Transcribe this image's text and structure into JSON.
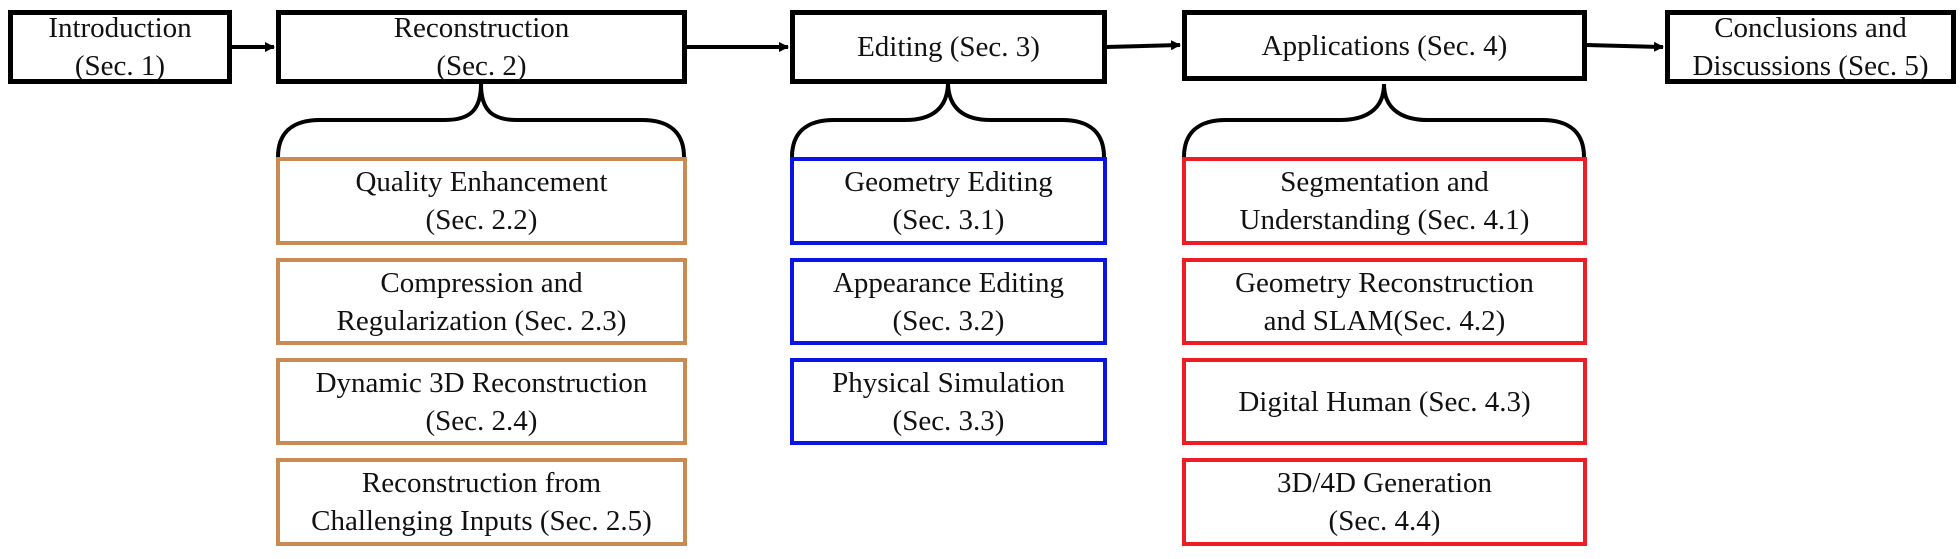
{
  "colors": {
    "main_border": "#000000",
    "reconstruction_sub": "#c98b53",
    "editing_sub": "#0a14e6",
    "applications_sub": "#ee1c24"
  },
  "main_flow": [
    {
      "id": "intro",
      "label": "Introduction\n(Sec. 1)"
    },
    {
      "id": "reconstruction",
      "label": "Reconstruction\n(Sec. 2)"
    },
    {
      "id": "editing",
      "label": "Editing (Sec. 3)"
    },
    {
      "id": "applications",
      "label": "Applications (Sec. 4)"
    },
    {
      "id": "conclusions",
      "label": "Conclusions and\nDiscussions (Sec. 5)"
    }
  ],
  "reconstruction_subsections": [
    {
      "label": "Quality Enhancement\n(Sec. 2.2)"
    },
    {
      "label": "Compression and\nRegularization (Sec. 2.3)"
    },
    {
      "label": "Dynamic 3D Reconstruction\n(Sec. 2.4)"
    },
    {
      "label": "Reconstruction from\nChallenging Inputs (Sec. 2.5)"
    }
  ],
  "editing_subsections": [
    {
      "label": "Geometry Editing\n(Sec. 3.1)"
    },
    {
      "label": "Appearance Editing\n(Sec. 3.2)"
    },
    {
      "label": "Physical Simulation\n(Sec. 3.3)"
    }
  ],
  "applications_subsections": [
    {
      "label": "Segmentation and\nUnderstanding (Sec. 4.1)"
    },
    {
      "label": "Geometry Reconstruction\nand SLAM(Sec. 4.2)"
    },
    {
      "label": "Digital Human (Sec. 4.3)"
    },
    {
      "label": "3D/4D Generation\n(Sec. 4.4)"
    }
  ]
}
